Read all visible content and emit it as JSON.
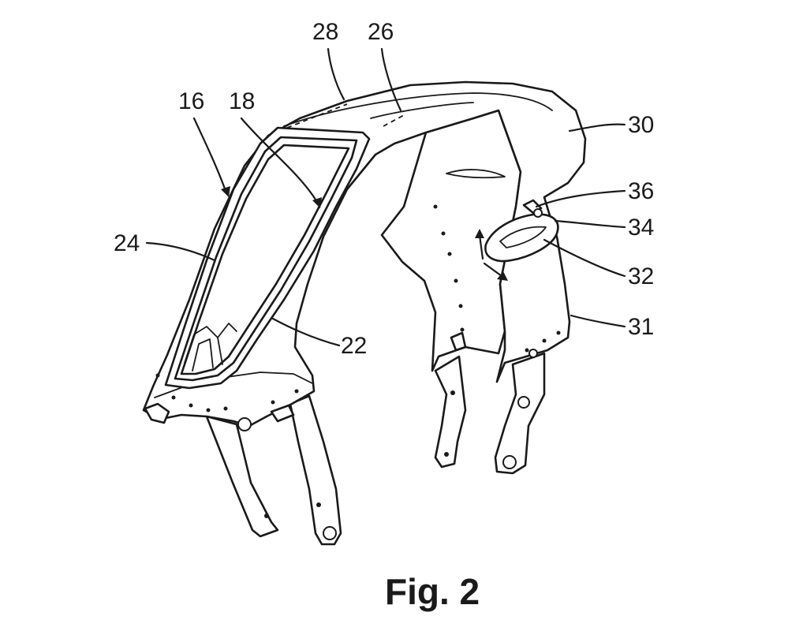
{
  "figure": {
    "caption": "Fig. 2",
    "reference_numerals": {
      "r16": "16",
      "r18": "18",
      "r22": "22",
      "r24": "24",
      "r26": "26",
      "r28": "28",
      "r30": "30",
      "r31": "31",
      "r32": "32",
      "r34": "34",
      "r36": "36"
    }
  }
}
